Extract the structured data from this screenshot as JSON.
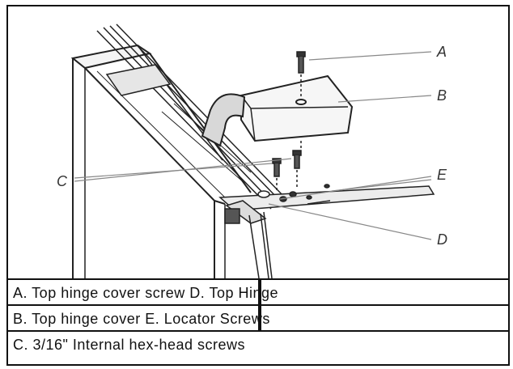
{
  "figure": {
    "callouts": [
      "A",
      "B",
      "C",
      "D",
      "E"
    ]
  },
  "legend": {
    "rows": [
      "A. Top hinge cover screw D. Top Hinge",
      "B. Top hinge cover E. Locator Screws",
      "C. 3/16\" Internal hex-head screws"
    ]
  }
}
